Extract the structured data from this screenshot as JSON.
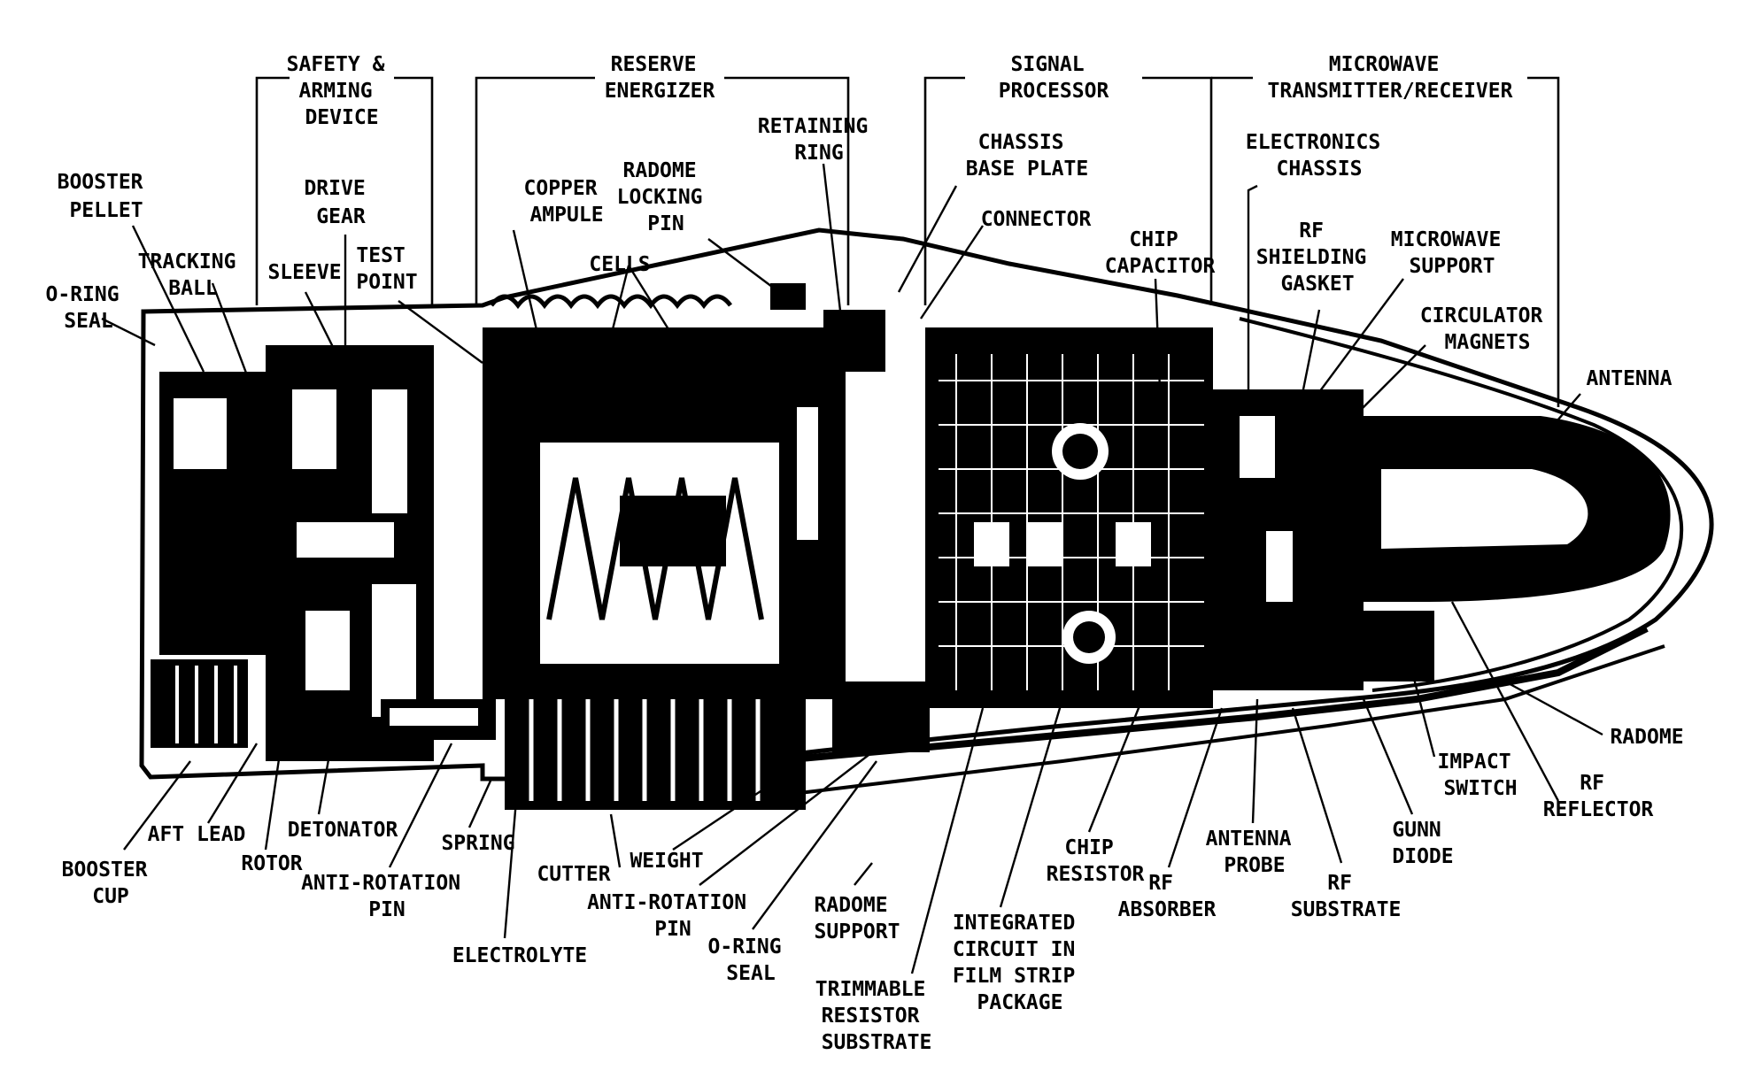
{
  "sections": {
    "safety_arming": [
      "SAFETY &",
      "ARMING",
      "DEVICE"
    ],
    "reserve_energizer": [
      "RESERVE",
      "ENERGIZER"
    ],
    "signal_processor": [
      "SIGNAL",
      "PROCESSOR"
    ],
    "microwave_tr": [
      "MICROWAVE",
      "TRANSMITTER/RECEIVER"
    ]
  },
  "labels": {
    "booster_pellet": [
      "BOOSTER",
      "PELLET"
    ],
    "tracking_ball": [
      "TRACKING",
      "BALL"
    ],
    "o_ring_seal_top": [
      "O-RING",
      "SEAL"
    ],
    "sleeve": [
      "SLEEVE"
    ],
    "drive_gear": [
      "DRIVE",
      "GEAR"
    ],
    "test_point": [
      "TEST",
      "POINT"
    ],
    "copper_ampule": [
      "COPPER",
      "AMPULE"
    ],
    "radome_locking_pin": [
      "RADOME",
      "LOCKING",
      "PIN"
    ],
    "retaining_ring": [
      "RETAINING",
      "RING"
    ],
    "cells": [
      "CELLS"
    ],
    "chassis_base_plate": [
      "CHASSIS",
      "BASE PLATE"
    ],
    "connector": [
      "CONNECTOR"
    ],
    "chip_capacitor": [
      "CHIP",
      "CAPACITOR"
    ],
    "electronics_chassis": [
      "ELECTRONICS",
      "CHASSIS"
    ],
    "rf_shielding_gasket": [
      "RF",
      "SHIELDING",
      "GASKET"
    ],
    "microwave_support": [
      "MICROWAVE",
      "SUPPORT"
    ],
    "circulator_magnets": [
      "CIRCULATOR",
      "MAGNETS"
    ],
    "antenna": [
      "ANTENNA"
    ],
    "radome": [
      "RADOME"
    ],
    "impact_switch": [
      "IMPACT",
      "SWITCH"
    ],
    "rf_reflector": [
      "RF",
      "REFLECTOR"
    ],
    "gunn_diode": [
      "GUNN",
      "DIODE"
    ],
    "antenna_probe": [
      "ANTENNA",
      "PROBE"
    ],
    "rf_substrate": [
      "RF",
      "SUBSTRATE"
    ],
    "rf_absorber": [
      "RF",
      "ABSORBER"
    ],
    "chip_resistor": [
      "CHIP",
      "RESISTOR"
    ],
    "integrated_circuit": [
      "INTEGRATED",
      "CIRCUIT IN",
      "FILM STRIP",
      "PACKAGE"
    ],
    "trimmable_resistor": [
      "TRIMMABLE",
      "RESISTOR",
      "SUBSTRATE"
    ],
    "radome_support": [
      "RADOME",
      "SUPPORT"
    ],
    "o_ring_seal_bottom": [
      "O-RING",
      "SEAL"
    ],
    "anti_rotation_pin_2": [
      "ANTI-ROTATION",
      "PIN"
    ],
    "weight": [
      "WEIGHT"
    ],
    "cutter": [
      "CUTTER"
    ],
    "electrolyte": [
      "ELECTROLYTE"
    ],
    "anti_rotation_pin_1": [
      "ANTI-ROTATION",
      "PIN"
    ],
    "spring": [
      "SPRING"
    ],
    "detonator": [
      "DETONATOR"
    ],
    "rotor": [
      "ROTOR"
    ],
    "aft_lead": [
      "AFT LEAD"
    ],
    "booster_cup": [
      "BOOSTER",
      "CUP"
    ]
  }
}
